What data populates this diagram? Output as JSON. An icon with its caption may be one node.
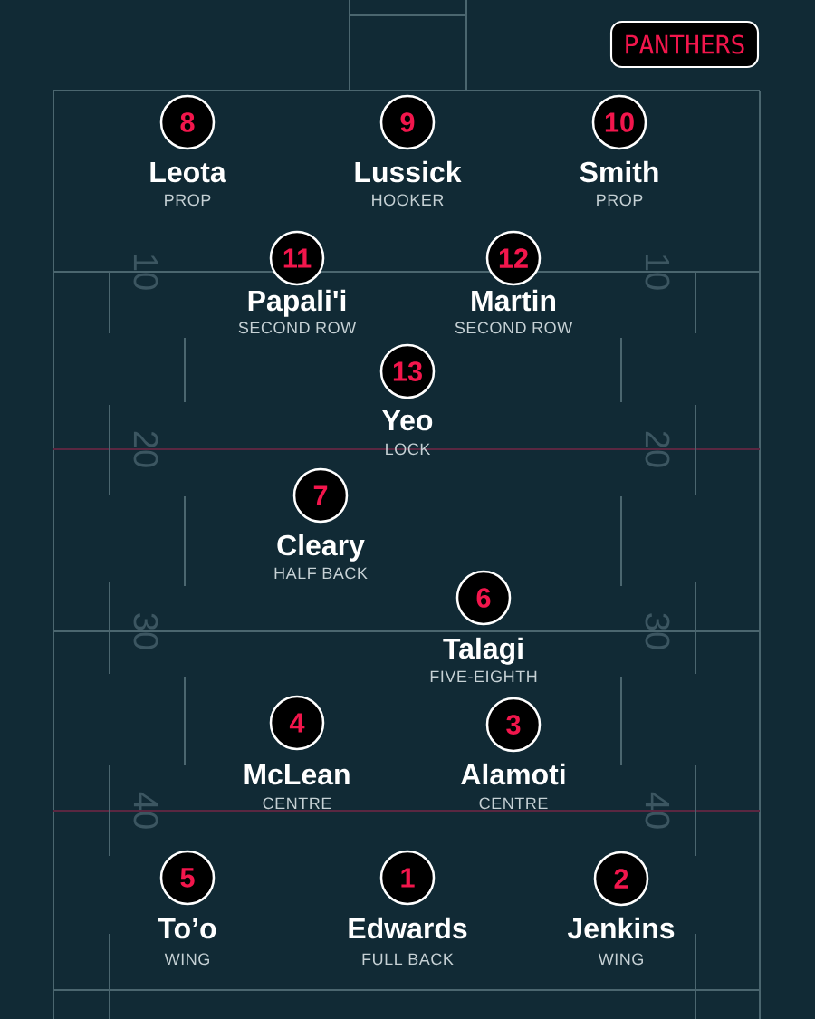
{
  "diagram": {
    "nodes": [
      {
        "text": [
          "PANTHERS"
        ]
      },
      {
        "text": [
          "8"
        ],
        "beside": [
          "Leota",
          "PROP"
        ]
      },
      {
        "text": [
          "9"
        ],
        "beside": [
          "Lussick",
          "HOOKER"
        ]
      },
      {
        "text": [
          "10"
        ],
        "beside": [
          "Smith",
          "PROP"
        ]
      },
      {
        "text": [
          "11"
        ],
        "beside": [
          "Papali'i",
          "SECOND ROW"
        ]
      },
      {
        "text": [
          "12"
        ],
        "beside": [
          "Martin",
          "SECOND ROW"
        ]
      },
      {
        "text": [
          "13"
        ],
        "beside": [
          "Yeo",
          "LOCK"
        ]
      },
      {
        "text": [
          "7"
        ],
        "beside": [
          "Cleary",
          "HALF BACK"
        ]
      },
      {
        "text": [
          "6"
        ],
        "beside": [
          "Talagi",
          "FIVE-EIGHTH"
        ]
      },
      {
        "text": [
          "4"
        ],
        "beside": [
          "McLean",
          "CENTRE"
        ]
      },
      {
        "text": [
          "3"
        ],
        "beside": [
          "Alamoti",
          "CENTRE"
        ]
      },
      {
        "text": [
          "5"
        ],
        "beside": [
          "To’o",
          "WING"
        ]
      },
      {
        "text": [
          "1"
        ],
        "beside": [
          "Edwards",
          "FULL BACK"
        ]
      },
      {
        "text": [
          "2"
        ],
        "beside": [
          "Jenkins",
          "WING"
        ]
      }
    ],
    "labels": [
      "10",
      "10",
      "20",
      "20",
      "30",
      "30",
      "40",
      "40"
    ]
  }
}
